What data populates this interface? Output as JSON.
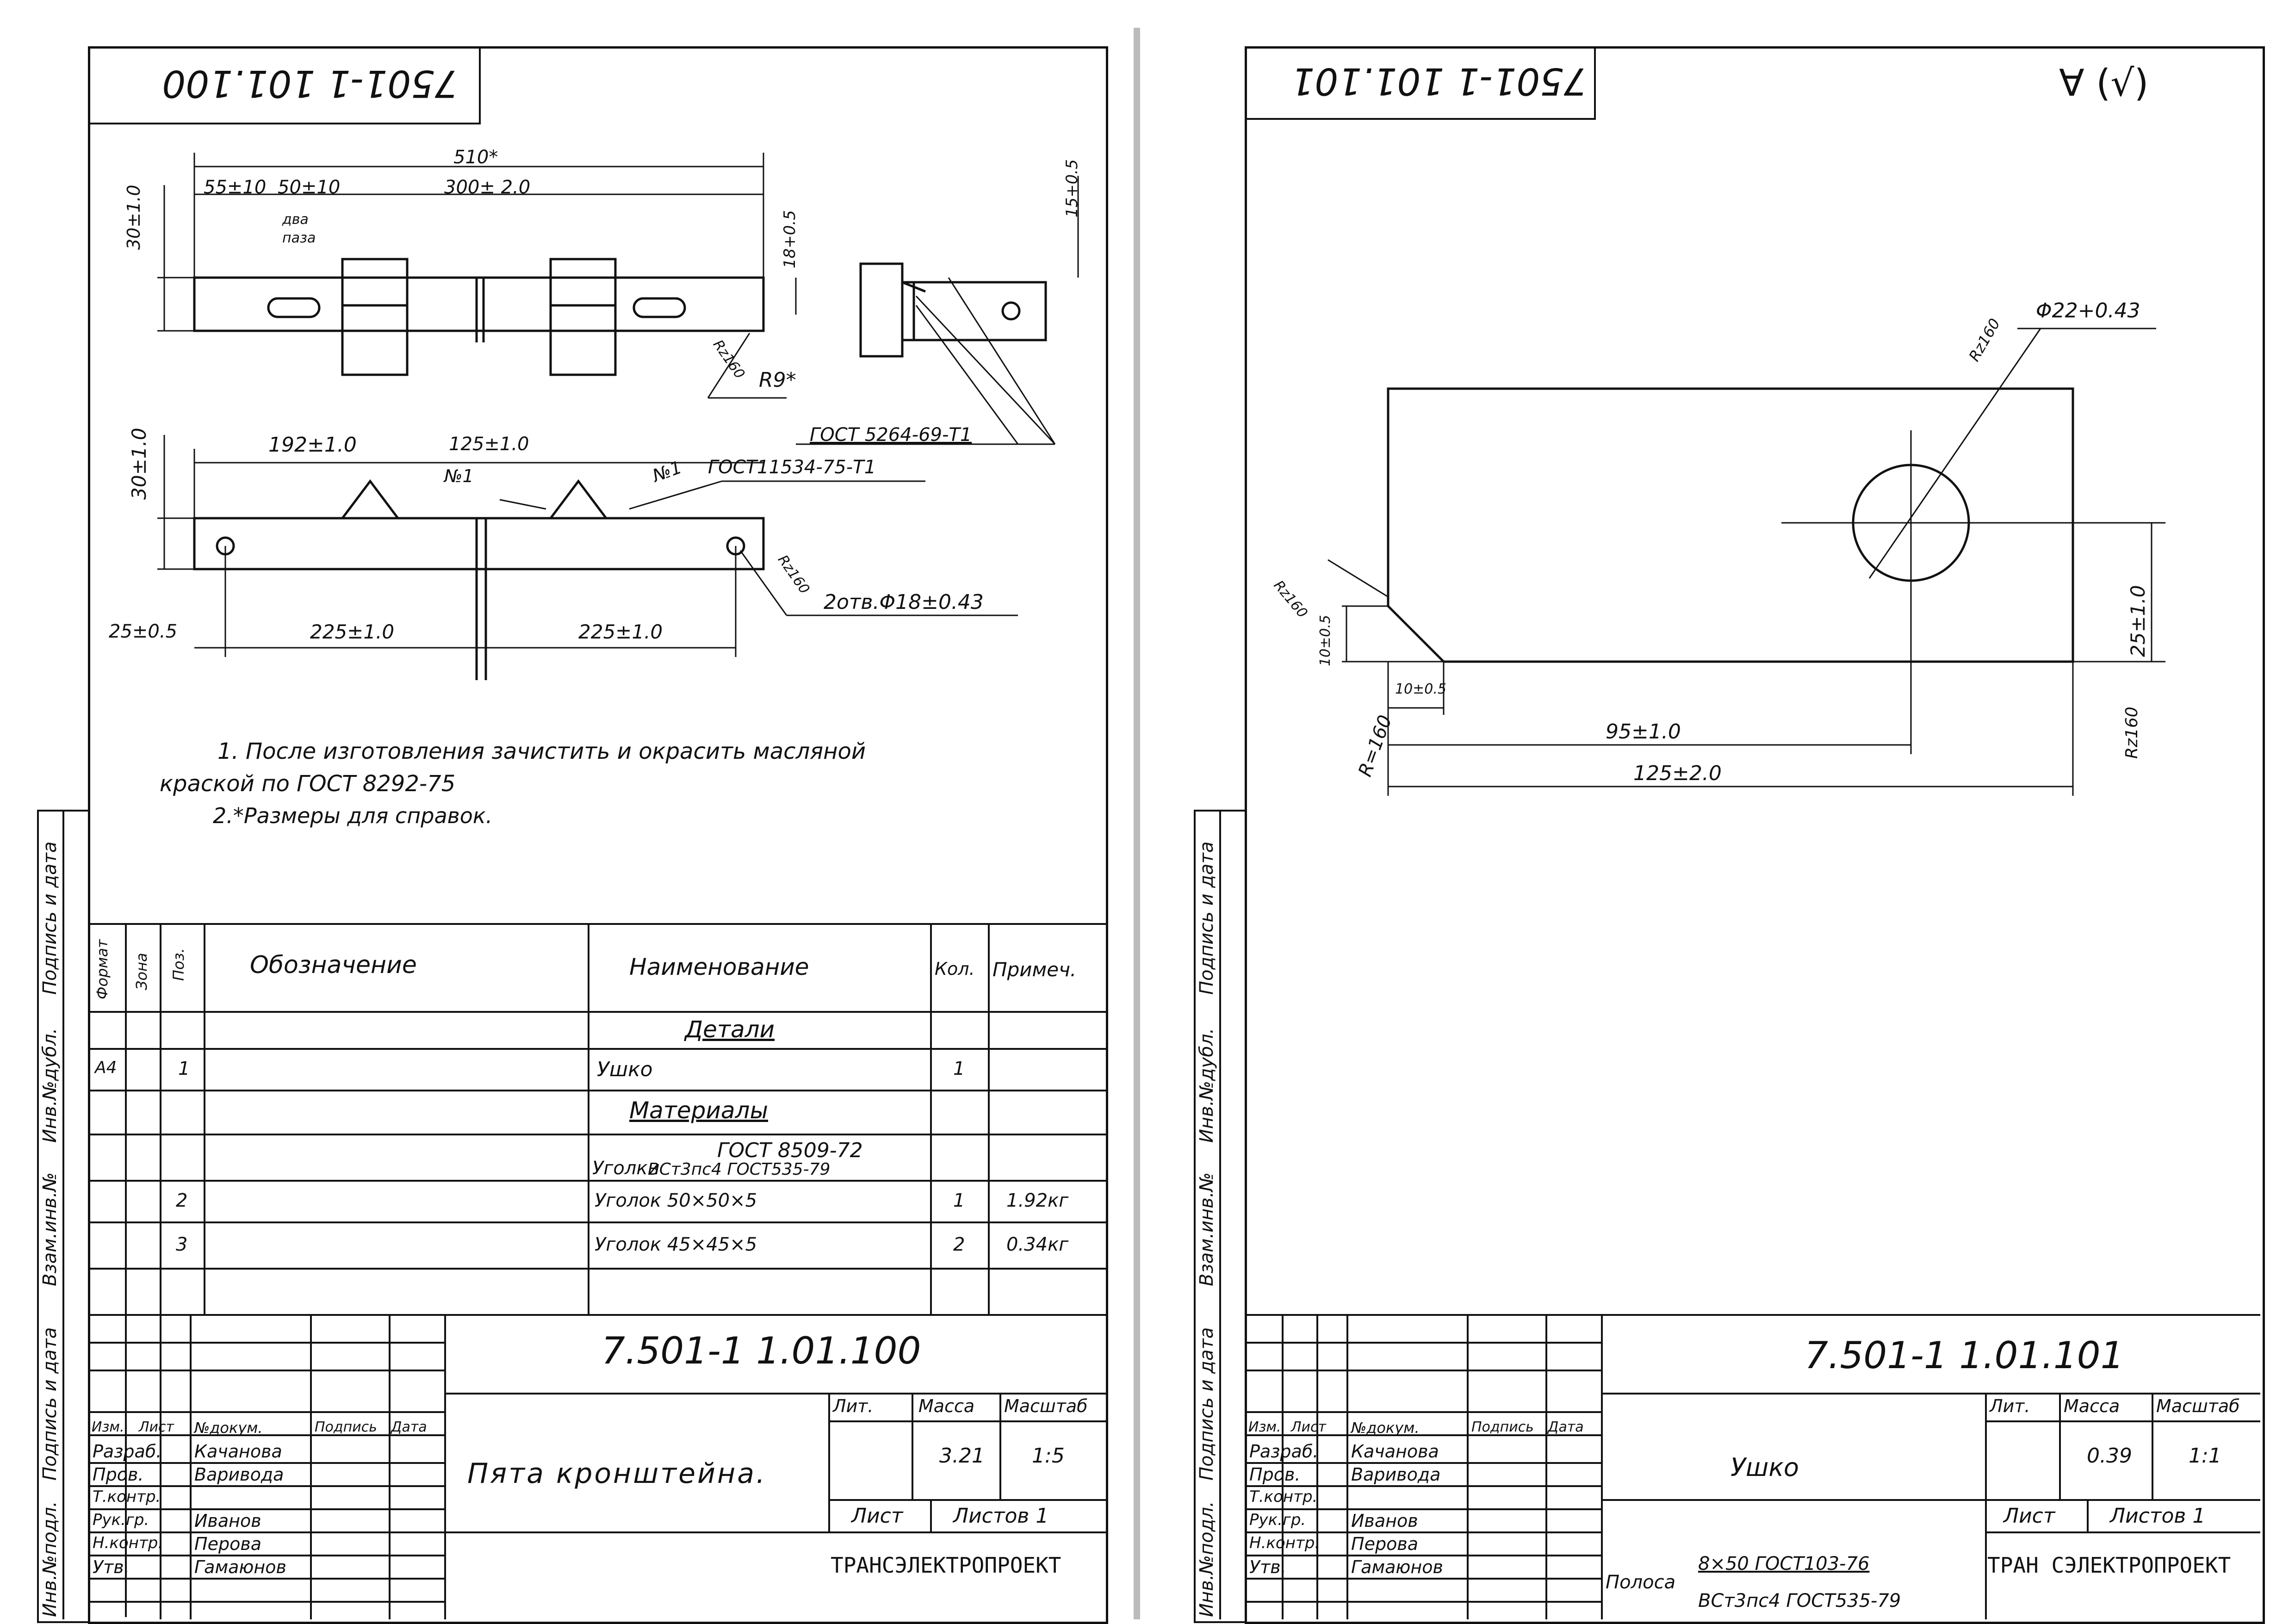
{
  "sheet1": {
    "corner_code": "7501-1    101.100",
    "dims": {
      "total": "510*",
      "d55": "55±10",
      "d50": "50±10",
      "d300": "300± 2.0",
      "two_holes_a": "два",
      "two_holes_b": "паза",
      "h30a": "30±1.0",
      "h18": "18+0.5",
      "h15": "15+0.5",
      "rz160a": "Rz160",
      "r9": "R9*",
      "d192": "192±1.0",
      "d125": "125±1.0",
      "n1a": "№1",
      "n1b": "№1",
      "gost11534": "ГОСТ11534-75-Т1",
      "gost5264": "ГОСТ 5264-69-Т1",
      "h30b": "30±1.0",
      "rz160b": "Rz160",
      "holes": "2отв.Φ18±0.43",
      "d25": "25±0.5",
      "d225a": "225±1.0",
      "d225b": "225±1.0"
    },
    "notes": [
      "1. После изготовления зачистить и окрасить масляной",
      "краской по ГОСТ 8292-75",
      "2.*Размеры для справок."
    ],
    "spec_headers": {
      "format": "Формат",
      "zone": "Зона",
      "pos": "Поз.",
      "designation": "Обозначение",
      "name": "Наименование",
      "qty": "Кол.",
      "note": "Примеч."
    },
    "spec_rows": {
      "details": "Детали",
      "format_a4": "А4",
      "pos1": "1",
      "ushko": "Ушко",
      "qty1": "1",
      "materials": "Материалы",
      "ugolki": "Уголки",
      "gost8509": "ГОСТ 8509-72",
      "vst3": "ВСт3пс4 ГОСТ535-79",
      "pos2": "2",
      "ugolok50": "Уголок 50×50×5",
      "qty2": "1",
      "mass2": "1.92кг",
      "pos3": "3",
      "ugolok45": "Уголок 45×45×5",
      "qty3": "2",
      "mass3": "0.34кг"
    },
    "title_block": {
      "code": "7.501-1    1.01.100",
      "lit": "Лит.",
      "mass_h": "Масса",
      "scale_h": "Масштаб",
      "mass": "3.21",
      "scale": "1:5",
      "name": "Пята кронштейна.",
      "sheet": "Лист",
      "sheets": "Листов 1",
      "org": "ТРАНСЭЛЕКТРОПРОЕКТ",
      "col_izm": "Изм.",
      "col_list": "Лист",
      "col_doc": "№докум.",
      "col_sign": "Подпись",
      "col_date": "Дата",
      "roles": [
        "Разраб.",
        "Пров.",
        "Т.контр.",
        "Рук.гр.",
        "Н.контр.",
        "Утв."
      ],
      "people": [
        "Качанова",
        "Варивода",
        "",
        "Иванов",
        "Перова",
        "Гамаюнов"
      ]
    },
    "side_strip": [
      "Инв.№подл.",
      "Подпись и дата",
      "Взам.инв.№",
      "Инв.№дубл.",
      "Подпись и дата"
    ]
  },
  "sheet2": {
    "corner_code": "7501-1    101.101",
    "roughness": "∀ (√)",
    "dims": {
      "rz160_top": "Rz160",
      "phi22": "Φ22+0.43",
      "rz160_left": "Rz160",
      "c10v": "10±0.5",
      "c10h": "10±0.5",
      "r160": "R=160",
      "d95": "95±1.0",
      "d125": "125±2.0",
      "h25": "25±1.0",
      "rz160_right": "Rz160"
    },
    "title_block": {
      "code": "7.501-1    1.01.101",
      "lit": "Лит.",
      "mass_h": "Масса",
      "scale_h": "Масштаб",
      "mass": "0.39",
      "scale": "1:1",
      "name": "Ушко",
      "material_label": "Полоса",
      "material_top": "8×50 ГОСТ103-76",
      "material_bottom": "ВСт3пс4 ГОСТ535-79",
      "sheet": "Лист",
      "sheets": "Листов 1",
      "org": "ТРАН СЭЛЕКТРОПРОЕКТ",
      "col_izm": "Изм.",
      "col_list": "Лист",
      "col_doc": "№докум.",
      "col_sign": "Подпись",
      "col_date": "Дата",
      "roles": [
        "Разраб.",
        "Пров.",
        "Т.контр.",
        "Рук.гр.",
        "Н.контр.",
        "Утв."
      ],
      "people": [
        "Качанова",
        "Варивода",
        "",
        "Иванов",
        "Перова",
        "Гамаюнов"
      ]
    },
    "side_strip": [
      "Инв.№подл.",
      "Подпись и дата",
      "Взам.инв.№",
      "Инв.№дубл.",
      "Подпись и дата"
    ]
  }
}
